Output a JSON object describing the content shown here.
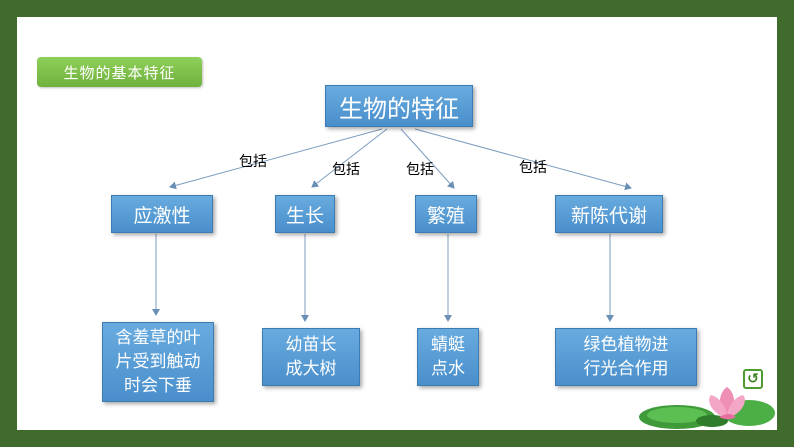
{
  "section_label": "生物的基本特征",
  "root": "生物的特征",
  "relation": "包括",
  "categories": [
    {
      "label": "应激性",
      "example": "含羞草的叶\n片受到触动\n时会下垂"
    },
    {
      "label": "生长",
      "example": "幼苗长\n成大树"
    },
    {
      "label": "繁殖",
      "example": "蜻蜓\n点水"
    },
    {
      "label": "新陈代谢",
      "example": "绿色植物进\n行光合作用"
    }
  ],
  "colors": {
    "frame": "#3f6b2c",
    "box": "#4a8fcc",
    "label": "#7cc24a"
  },
  "icons": {
    "return": "return-icon",
    "decoration": "lotus-icon"
  }
}
